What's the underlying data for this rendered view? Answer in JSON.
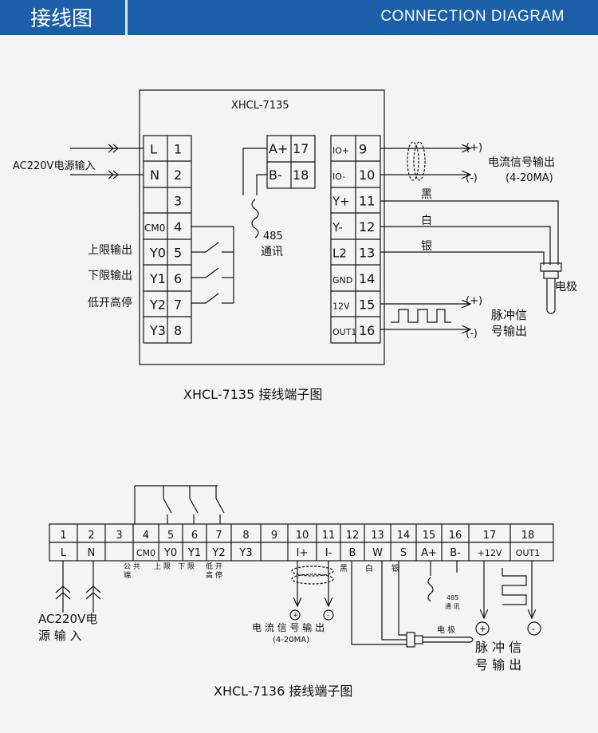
{
  "header": {
    "title": "接线图",
    "subtitle": "CONNECTION  DIAGRAM"
  },
  "d1": {
    "model": "XHCL-7135",
    "caption": "XHCL-7135 接线端子图",
    "left_rows": [
      {
        "label": "L",
        "num": "1"
      },
      {
        "label": "N",
        "num": "2"
      },
      {
        "label": "",
        "num": "3"
      },
      {
        "label": "CM0",
        "num": "4"
      },
      {
        "label": "Y0",
        "num": "5"
      },
      {
        "label": "Y1",
        "num": "6"
      },
      {
        "label": "Y2",
        "num": "7"
      },
      {
        "label": "Y3",
        "num": "8"
      }
    ],
    "comm_rows": [
      {
        "label": "A+",
        "num": "17"
      },
      {
        "label": "B-",
        "num": "18"
      }
    ],
    "right_rows": [
      {
        "label": "IO+",
        "num": "9"
      },
      {
        "label": "IO-",
        "num": "10"
      },
      {
        "label": "Y+",
        "num": "11"
      },
      {
        "label": "Y-",
        "num": "12"
      },
      {
        "label": "L2",
        "num": "13"
      },
      {
        "label": "GND",
        "num": "14"
      },
      {
        "label": "12V",
        "num": "15"
      },
      {
        "label": "OUT1",
        "num": "16"
      }
    ],
    "power_label": "AC220V电源输入",
    "upper_limit": "上限输出",
    "lower_limit": "下限输出",
    "low_open_high_stop": "低开高停",
    "comm_num": "485",
    "comm_text": "通讯",
    "plus": "(+)",
    "minus": "(-)",
    "current_out": "电流信号输出",
    "current_range": "(4-20MA)",
    "black": "黑",
    "white": "白",
    "silver": "银",
    "electrode": "电极",
    "pulse_line1": "脉冲信",
    "pulse_line2": "号输出"
  },
  "d2": {
    "caption": "XHCL-7136 接线端子图",
    "terminals": [
      {
        "num": "1",
        "label": "L"
      },
      {
        "num": "2",
        "label": "N"
      },
      {
        "num": "3",
        "label": ""
      },
      {
        "num": "4",
        "label": "CM0"
      },
      {
        "num": "5",
        "label": "Y0"
      },
      {
        "num": "6",
        "label": "Y1"
      },
      {
        "num": "7",
        "label": "Y2"
      },
      {
        "num": "8",
        "label": "Y3"
      },
      {
        "num": "9",
        "label": ""
      },
      {
        "num": "10",
        "label": "I+"
      },
      {
        "num": "11",
        "label": "I-"
      },
      {
        "num": "12",
        "label": "B"
      },
      {
        "num": "13",
        "label": "W"
      },
      {
        "num": "14",
        "label": "S"
      },
      {
        "num": "15",
        "label": "A+"
      },
      {
        "num": "16",
        "label": "B-"
      },
      {
        "num": "17",
        "label": "+12V"
      },
      {
        "num": "18",
        "label": "OUT1"
      }
    ],
    "sub_gong": "公 共",
    "sub_duan": "端",
    "sub_upper": "上 限",
    "sub_lower": "下 限",
    "sub_low_open": "低 开",
    "sub_high_stop": "高 停",
    "black": "黑",
    "white": "白",
    "silver": "银",
    "comm_num": "485",
    "comm_text": "通 讯",
    "power_line1": "AC220V电",
    "power_line2": "源 输 入",
    "plus": "+",
    "minus": "-",
    "current_out": "电 流 信 号 输 出",
    "current_range": "(4-20MA)",
    "electrode": "电 极",
    "pulse_line1": "脉  冲  信",
    "pulse_line2": "号  输  出"
  }
}
